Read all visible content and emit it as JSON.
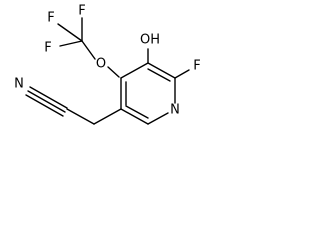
{
  "molecule": {
    "atoms": {
      "f_top_left": "F",
      "f_top_mid": "F",
      "f_left": "F",
      "o_ether": "O",
      "oh": "OH",
      "f_ring": "F",
      "n_ring": "N",
      "n_nitrile": "N"
    }
  }
}
